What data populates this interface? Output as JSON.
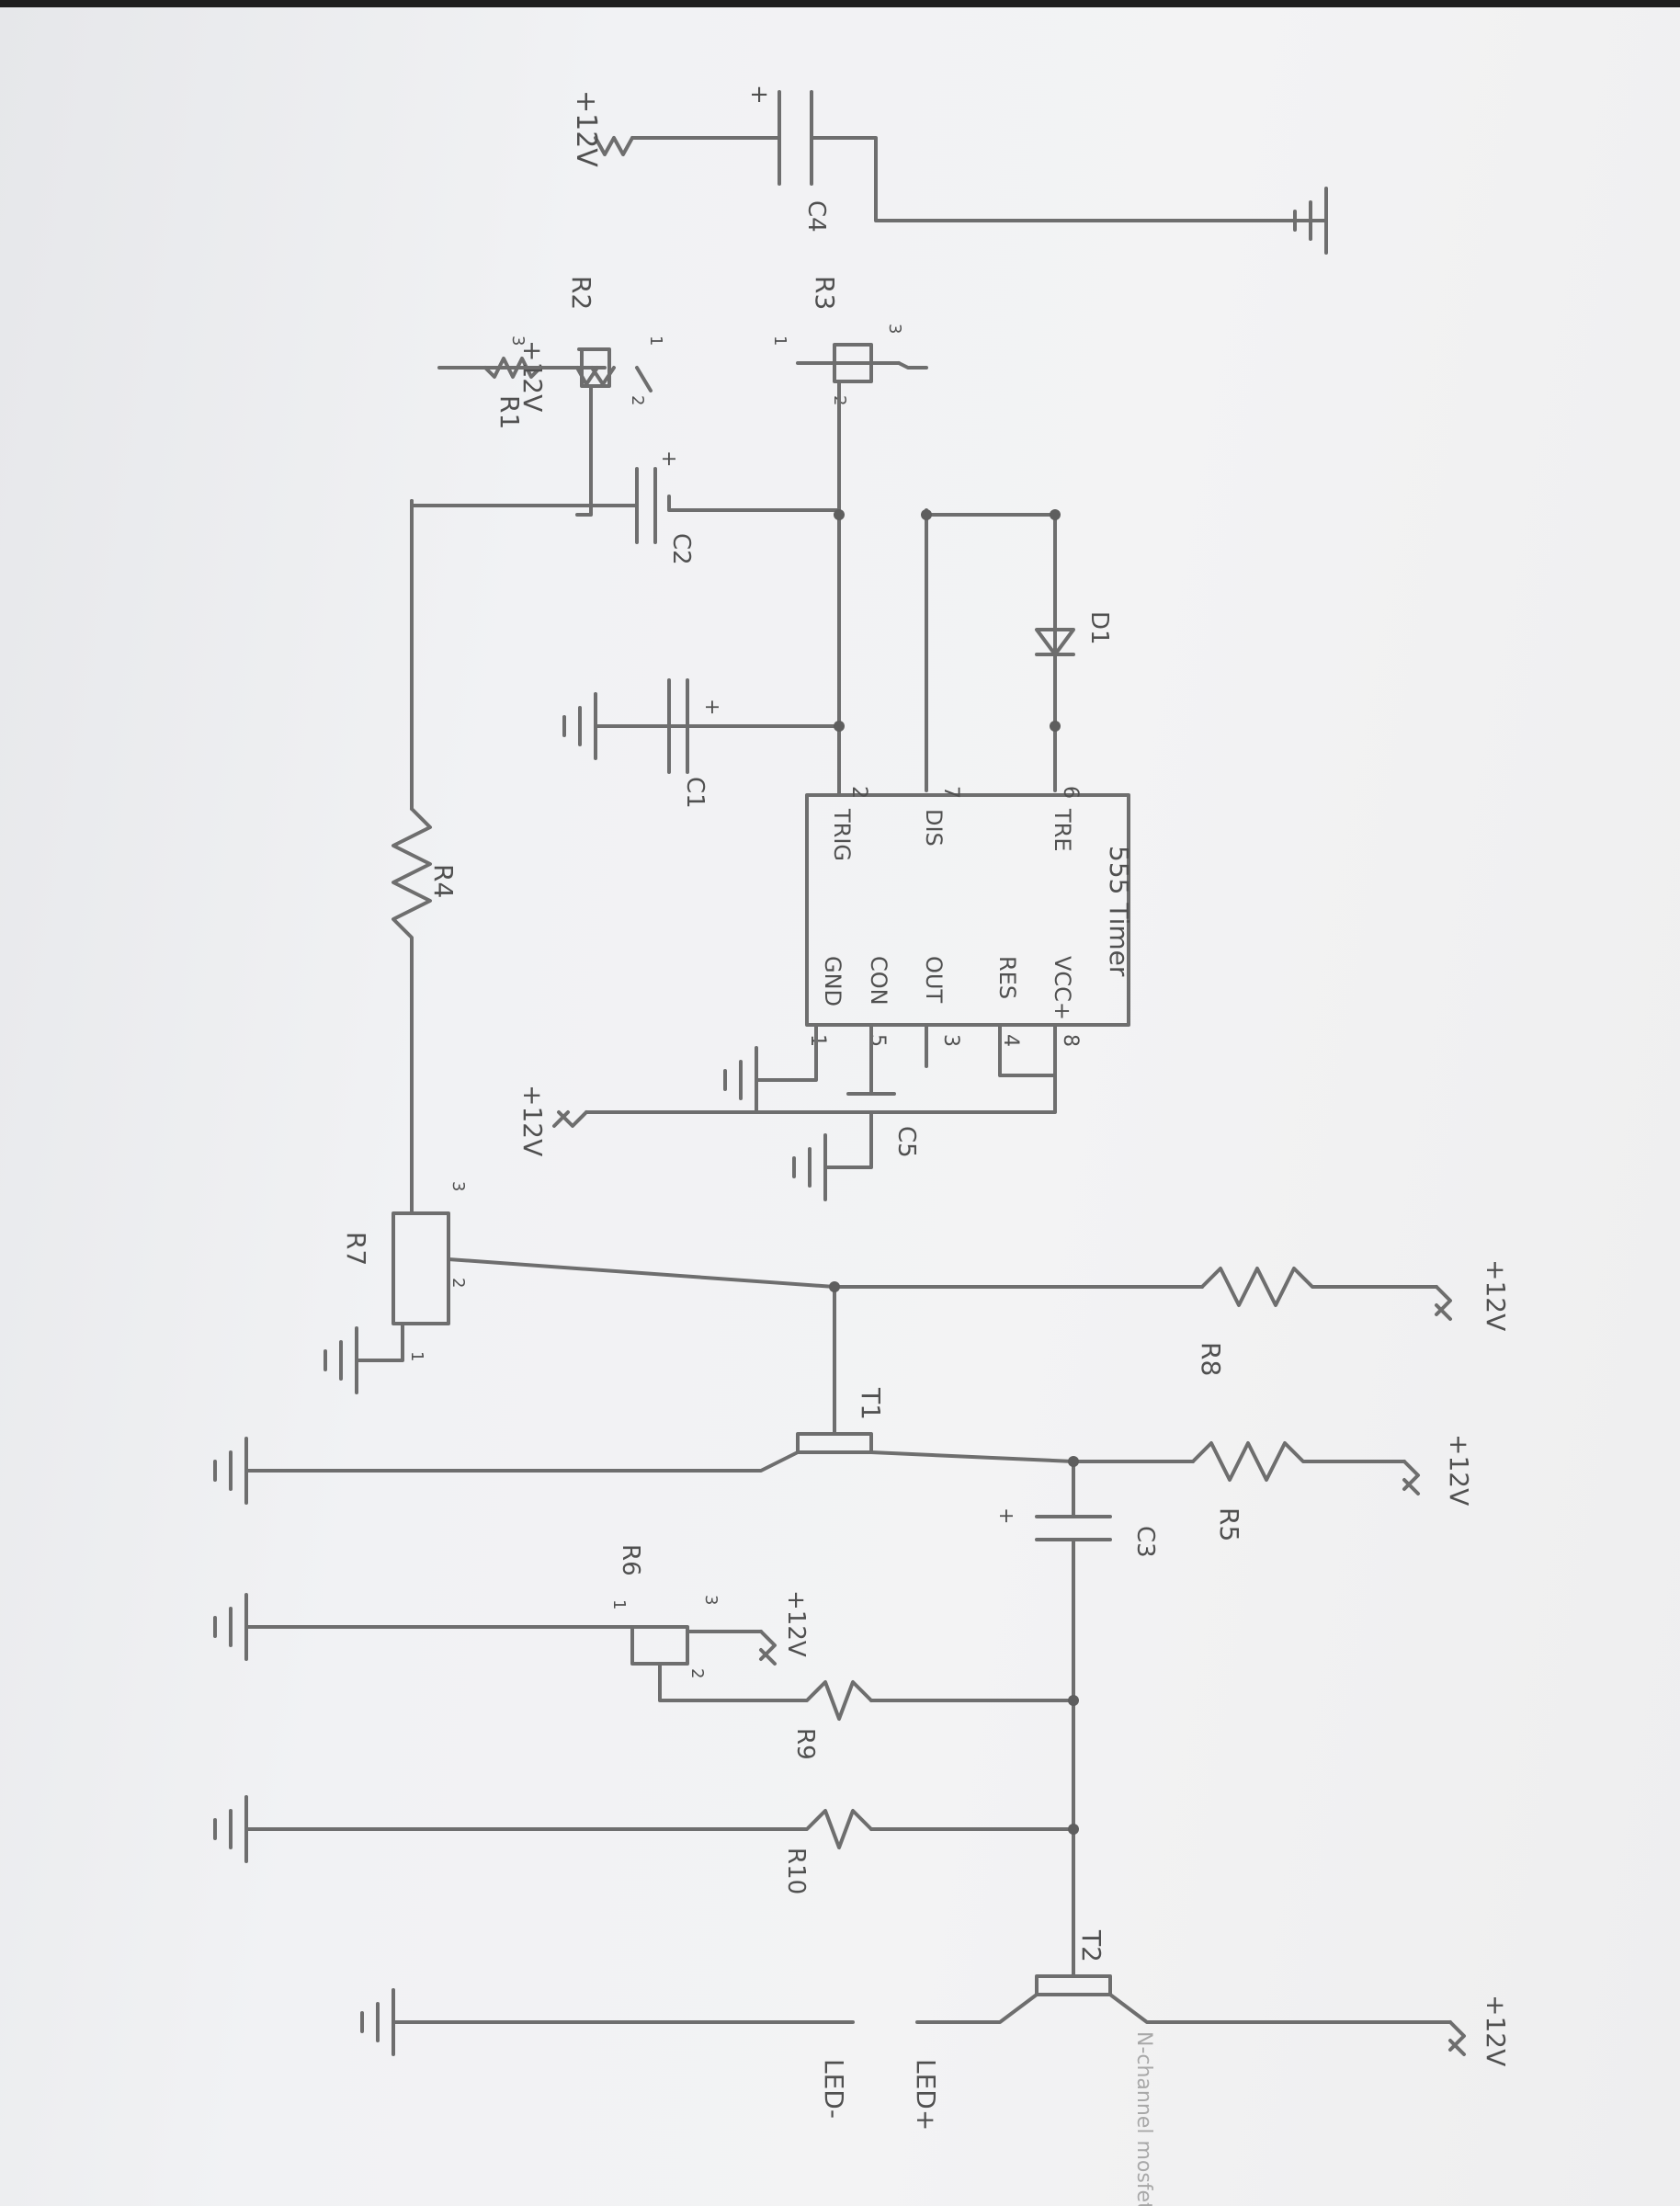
{
  "labels": {
    "ic": "555 Timer",
    "pin_tre": "TRE",
    "pin_dis": "DIS",
    "pin_trig": "TRIG",
    "pin_gnd": "GND",
    "pin_con": "CON",
    "pin_out": "OUT",
    "pin_res": "RES",
    "pin_vcc": "VCC+",
    "n1": "1",
    "n2": "2",
    "n3": "3",
    "n4": "4",
    "n5": "5",
    "n6": "6",
    "n7": "7",
    "n8": "8",
    "c1": "C1",
    "c2": "C2",
    "c3": "C3",
    "c4": "C4",
    "c5": "C5",
    "r1": "R1",
    "r2": "R2",
    "r3": "R3",
    "r4": "R4",
    "r5": "R5",
    "r6": "R6",
    "r7": "R7",
    "r8": "R8",
    "r9": "R9",
    "r10": "R10",
    "d1": "D1",
    "t1": "T1",
    "t2": "T2",
    "plus": "+",
    "v12": "+12V",
    "led_plus": "LED+",
    "led_minus": "LED-",
    "t2_note": "N-channel mosfet"
  }
}
